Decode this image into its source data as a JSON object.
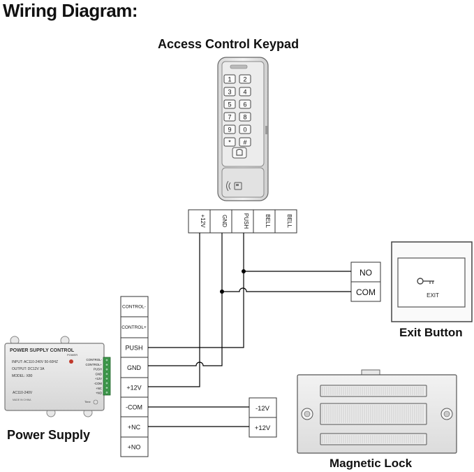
{
  "diagram_title": "Wiring Diagram:",
  "keypad": {
    "caption": "Access Control Keypad",
    "keys": [
      "1",
      "2",
      "3",
      "4",
      "5",
      "6",
      "7",
      "8",
      "9",
      "0",
      "*",
      "#"
    ],
    "terminals": [
      "+12V",
      "GND",
      "PUSH",
      "BELL",
      "BELL"
    ]
  },
  "exit_button": {
    "caption": "Exit Button",
    "label": "EXIT",
    "terminals": [
      "NO",
      "COM"
    ]
  },
  "power_supply": {
    "caption": "Power Supply",
    "label": "POWER SUPPLY CONTROL",
    "specs": [
      "INPUT: AC110-240V 50-60HZ",
      "OUTPUT: DC12V 3A",
      "MODEL: X80"
    ],
    "bottom_text": "AC110-240V",
    "small_text": "MADE IN CHINA",
    "power_label": "POWER",
    "pins": [
      "CONTROL-",
      "CONTROL+",
      "PUSH",
      "GND",
      "+12V",
      "-COM",
      "+NC",
      "+NO"
    ],
    "time_label": "Time",
    "terminals": [
      "CONTROL-",
      "CONTROL+",
      "PUSH",
      "GND",
      "+12V",
      "-COM",
      "+NC",
      "+NO"
    ]
  },
  "magnetic_lock": {
    "caption": "Magnetic Lock",
    "terminals": [
      "-12V",
      "+12V"
    ]
  },
  "colors": {
    "wire": "#000000",
    "device_outline": "#555555",
    "terminal_border": "#333333"
  }
}
